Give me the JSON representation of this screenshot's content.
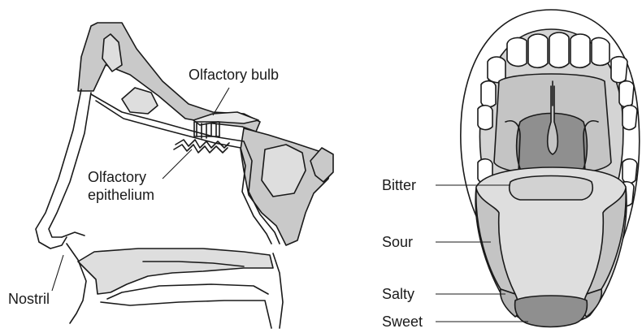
{
  "nose_labels": {
    "olfactory_bulb": "Olfactory bulb",
    "olfactory_epithelium_line1": "Olfactory",
    "olfactory_epithelium_line2": "epithelium",
    "nostril": "Nostril"
  },
  "tongue_labels": {
    "bitter": "Bitter",
    "sour": "Sour",
    "salty": "Salty",
    "sweet": "Sweet"
  },
  "colors": {
    "bone_gray": "#c9c9c9",
    "light_gray": "#dedede",
    "mid_gray": "#b3b3b3",
    "dark_gray": "#8f8f8f",
    "line": "#1a1a1a",
    "white": "#ffffff"
  }
}
